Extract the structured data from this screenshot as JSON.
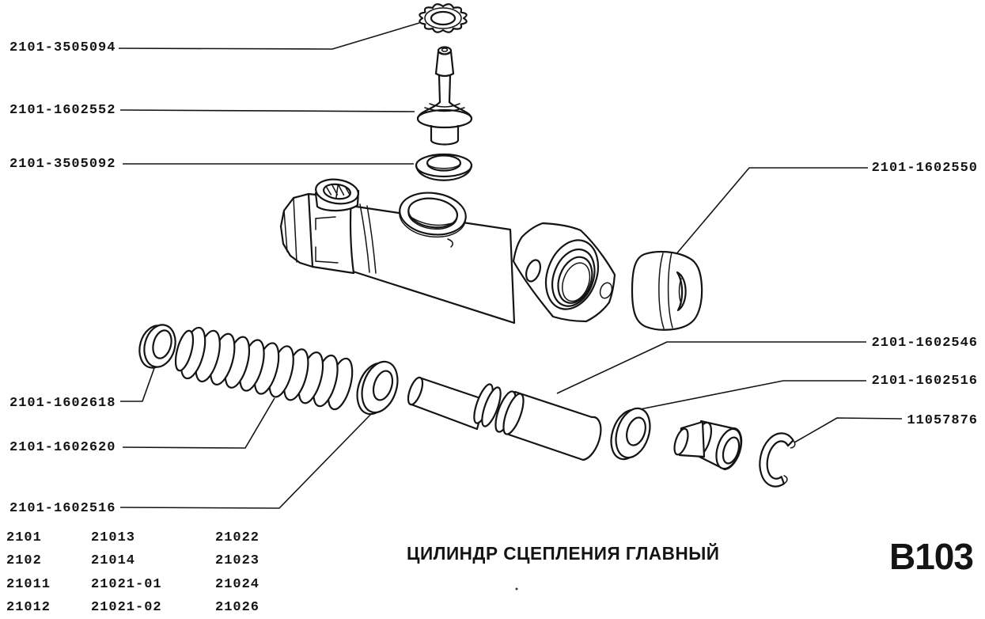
{
  "page": {
    "title": "ЦИЛИНДР СЦЕПЛЕНИЯ ГЛАВНЫЙ",
    "page_code": "B103",
    "background": "#ffffff",
    "ink": "#141414"
  },
  "part_labels": {
    "left": [
      {
        "part": "lock-washer",
        "text": "2101-3505094"
      },
      {
        "part": "pushrod",
        "text": "2101-1602552"
      },
      {
        "part": "flat-washer",
        "text": "2101-3505092"
      },
      {
        "part": "retainer-ring",
        "text": "2101-1602618"
      },
      {
        "part": "spring",
        "text": "2101-1602620"
      },
      {
        "part": "seal-ring",
        "text": "2101-1602516"
      }
    ],
    "right": [
      {
        "part": "boot",
        "text": "2101-1602550"
      },
      {
        "part": "piston",
        "text": "2101-1602546"
      },
      {
        "part": "seal-ring",
        "text": "2101-1602516"
      },
      {
        "part": "circlip",
        "text": "11057876"
      }
    ]
  },
  "model_table": {
    "rows": [
      [
        "2101",
        "21013",
        "21022"
      ],
      [
        "2102",
        "21014",
        "21023"
      ],
      [
        "21011",
        "21021-01",
        "21024"
      ],
      [
        "21012",
        "21021-02",
        "21026"
      ]
    ]
  }
}
